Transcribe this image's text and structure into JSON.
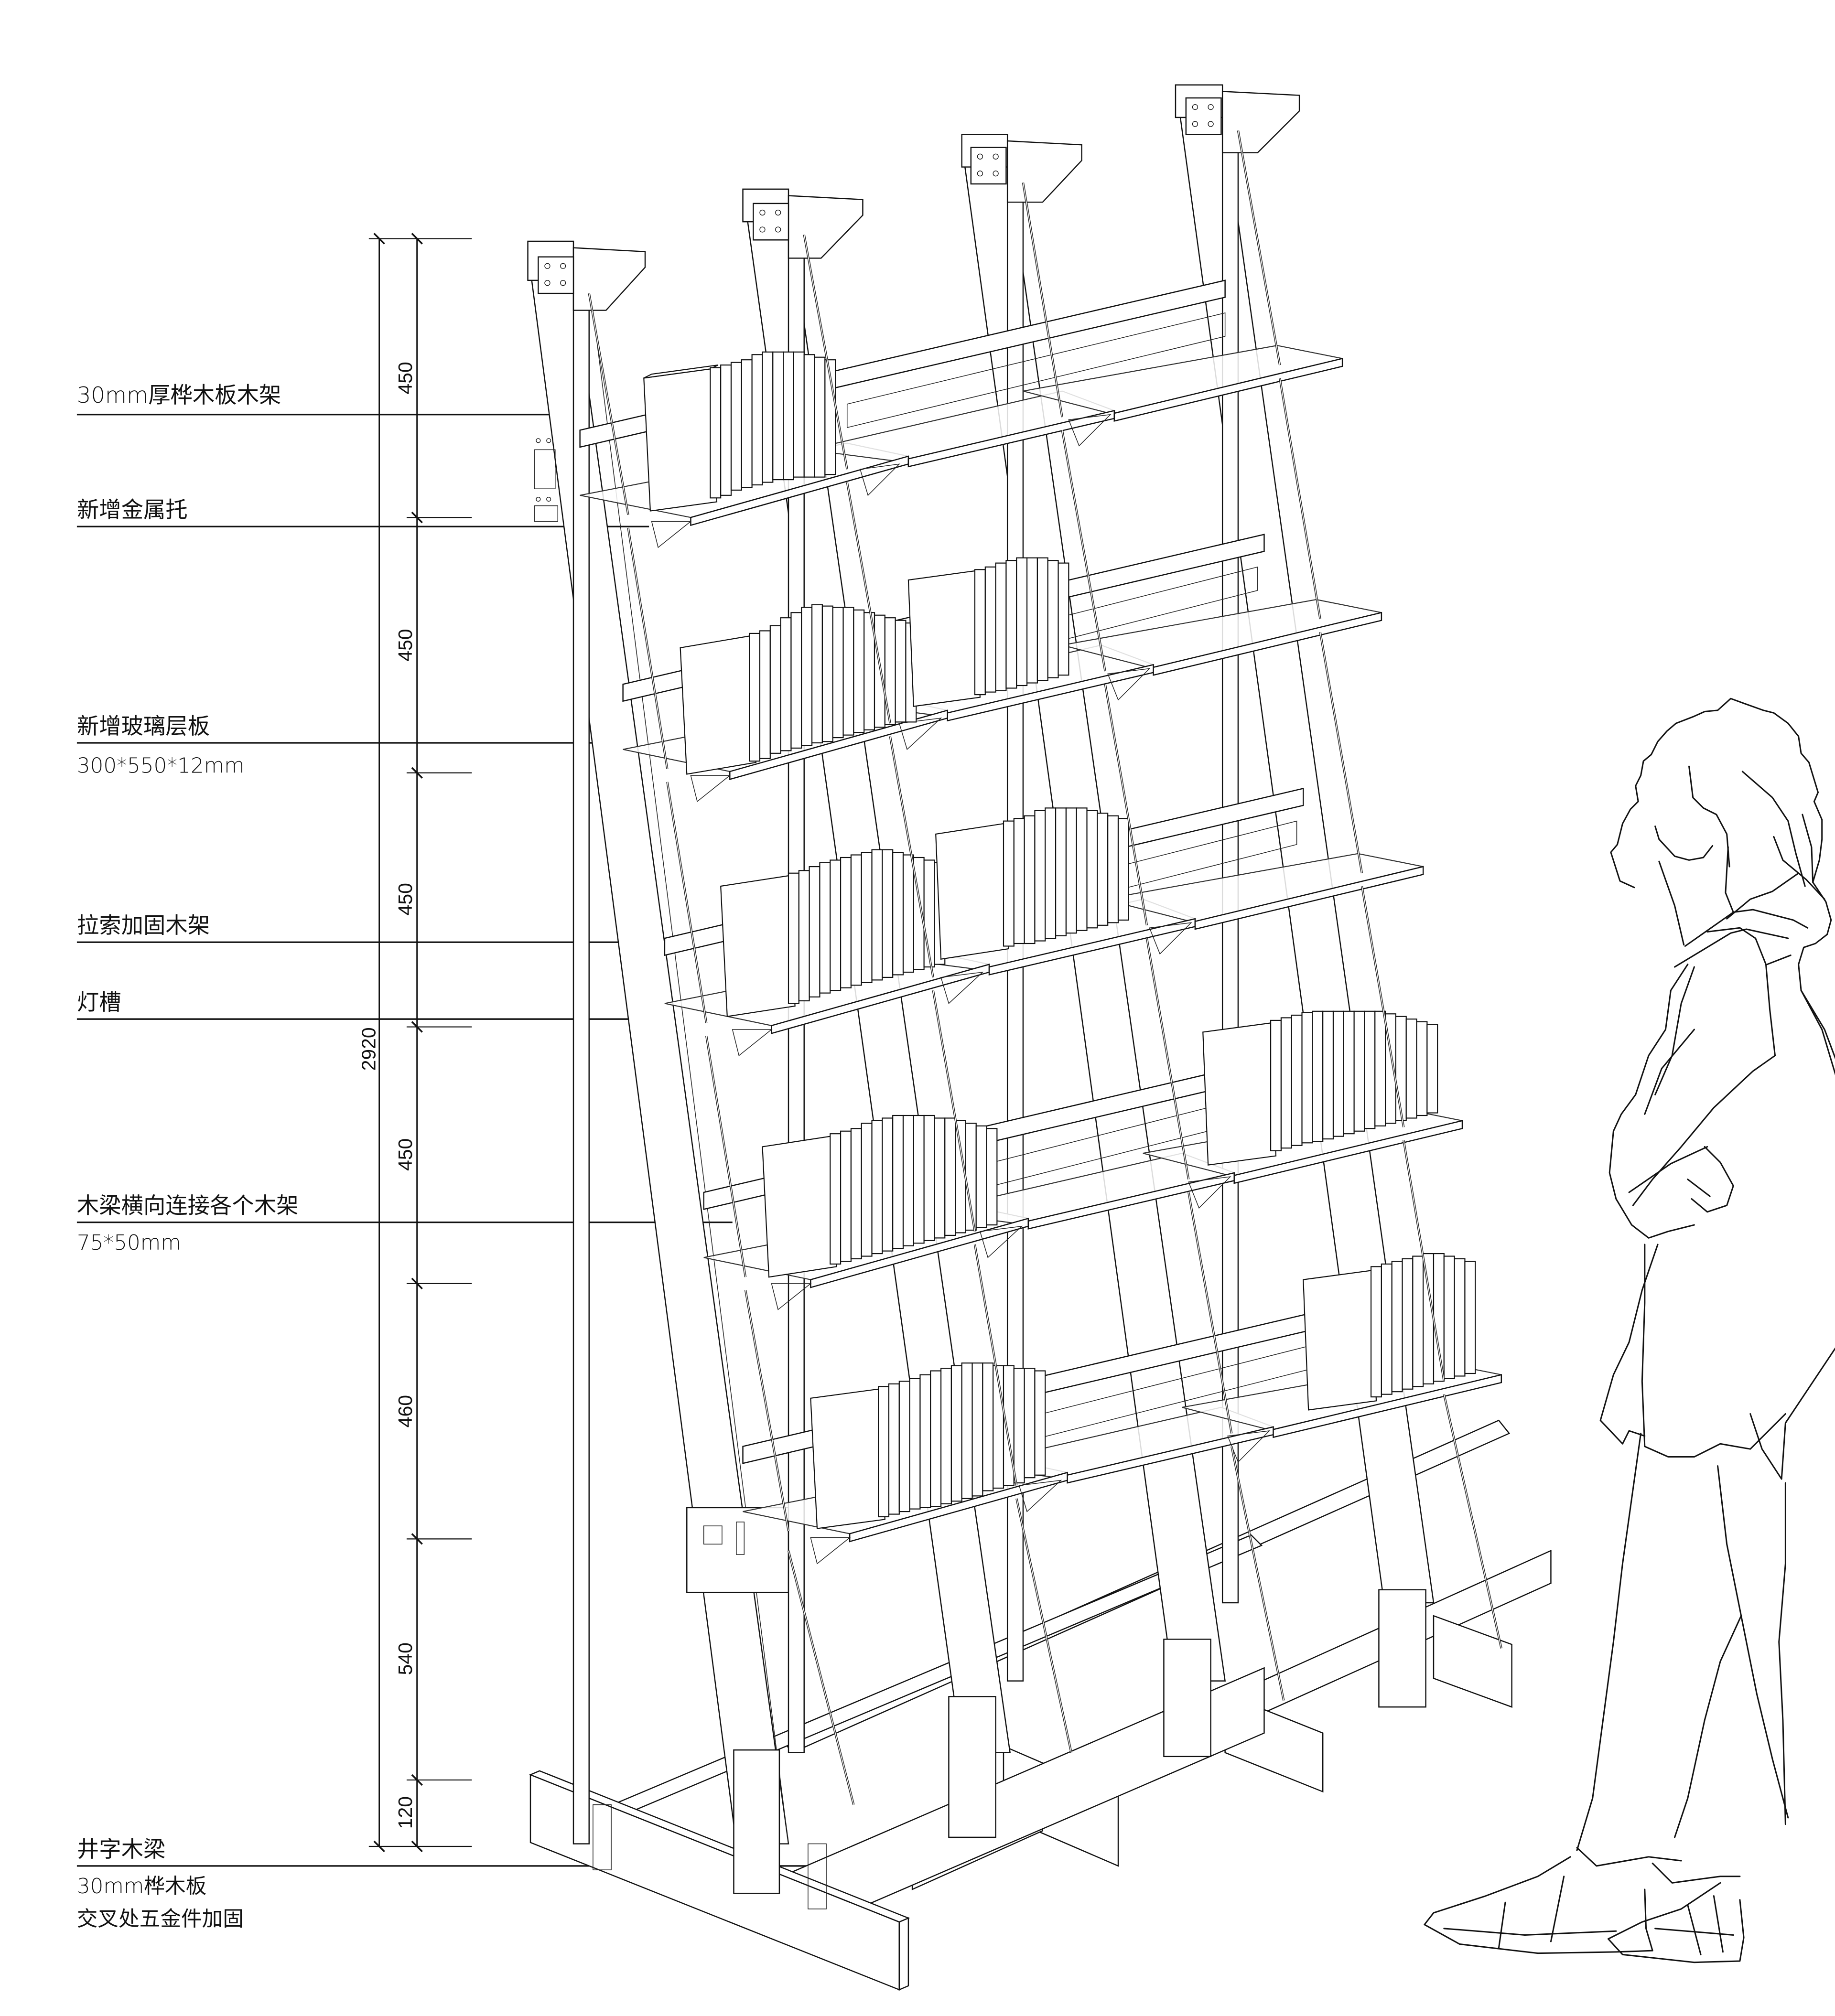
{
  "drawing": {
    "type": "axonometric shelf detail drawing",
    "units": "mm",
    "line_color": "#111111",
    "background": "#ffffff"
  },
  "annotations": [
    {
      "id": "birch-frame",
      "text": "30mm厚桦木板木架",
      "sub": ""
    },
    {
      "id": "metal-bracket",
      "text": "新增金属托",
      "sub": ""
    },
    {
      "id": "glass-shelf",
      "text": "新增玻璃层板",
      "sub": "300*550*12mm"
    },
    {
      "id": "cable-bracing",
      "text": "拉索加固木架",
      "sub": ""
    },
    {
      "id": "light-slot",
      "text": "灯槽",
      "sub": ""
    },
    {
      "id": "cross-beam",
      "text": "木梁横向连接各个木架",
      "sub": "75*50mm"
    },
    {
      "id": "grid-base",
      "text": "井字木梁",
      "sub": "30mm桦木板",
      "sub2": "交叉处五金件加固"
    }
  ],
  "dimensions": {
    "total": "2920",
    "segments": [
      "450",
      "450",
      "450",
      "450",
      "460",
      "540",
      "120"
    ]
  },
  "figure": {
    "person": "standing figure looking up, arms crossed"
  }
}
